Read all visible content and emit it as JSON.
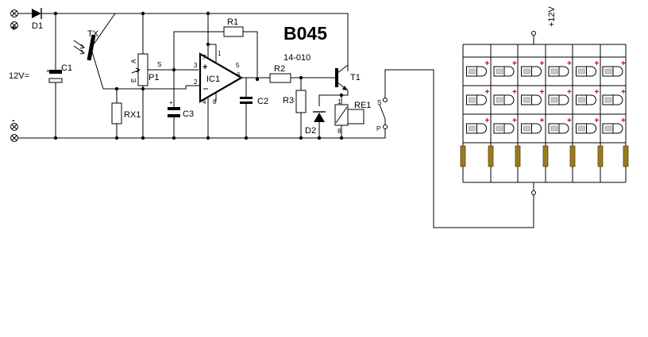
{
  "diagram": {
    "title": "B045",
    "subtitle": "14-010",
    "supply_left": "12V=",
    "supply_right": "+12V",
    "terminal_plus": "+",
    "terminal_minus": "-",
    "labels": {
      "D1": "D1",
      "TX": "TX",
      "C1": "C1",
      "P1": "P1",
      "P1_A": "A",
      "P1_E": "E",
      "P1_S": "S",
      "R1": "R1",
      "RX1": "RX1",
      "C3": "C3",
      "IC1": "IC1",
      "C2": "C2",
      "R2": "R2",
      "R3": "R3",
      "T1": "T1",
      "D2": "D2",
      "RE1": "RE1",
      "pin7": "7",
      "pin3": "3",
      "pin2": "2",
      "pin4": "4",
      "pin8": "8",
      "pin1": "1",
      "pin5": "5",
      "pin6": "6",
      "re_pin1": "1",
      "re_pin8": "8",
      "re_S": "S",
      "re_P": "P",
      "plus_sign": "+",
      "cap_plus": "+"
    }
  }
}
